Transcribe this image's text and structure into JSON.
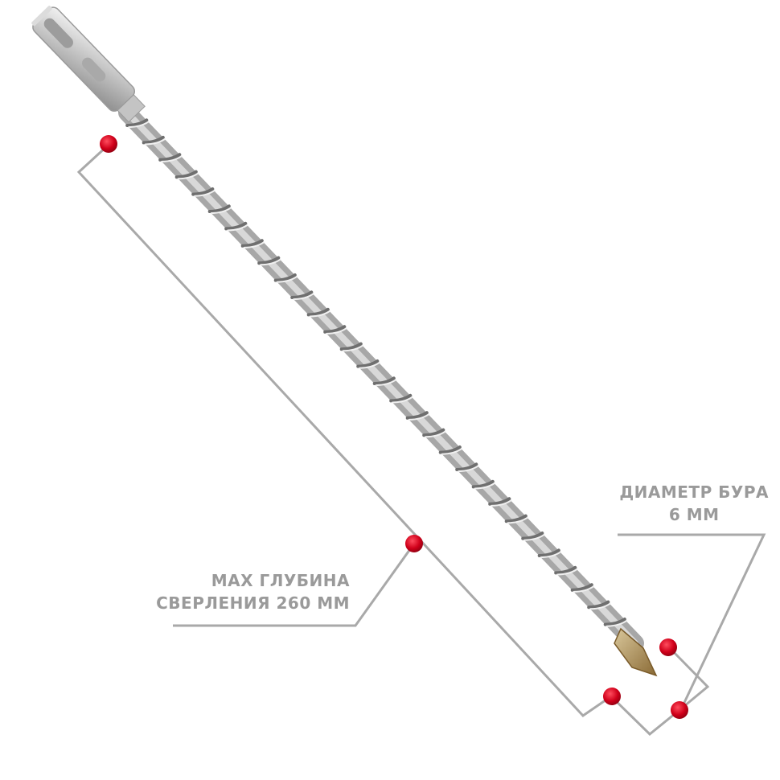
{
  "product": {
    "name": "sds-plus-drill-bit",
    "icon": "drill-bit-icon"
  },
  "callouts": {
    "depth": {
      "line1": "MAX ГЛУБИНА",
      "line2": "СВЕРЛЕНИЯ 260 ММ"
    },
    "diameter": {
      "line1": "ДИАМЕТР БУРА",
      "line2": "6 ММ"
    }
  },
  "colors": {
    "line": "#a9a9a9",
    "marker": "#d0001a",
    "steel": "#bdbdbd",
    "tip": "#b8955a"
  }
}
